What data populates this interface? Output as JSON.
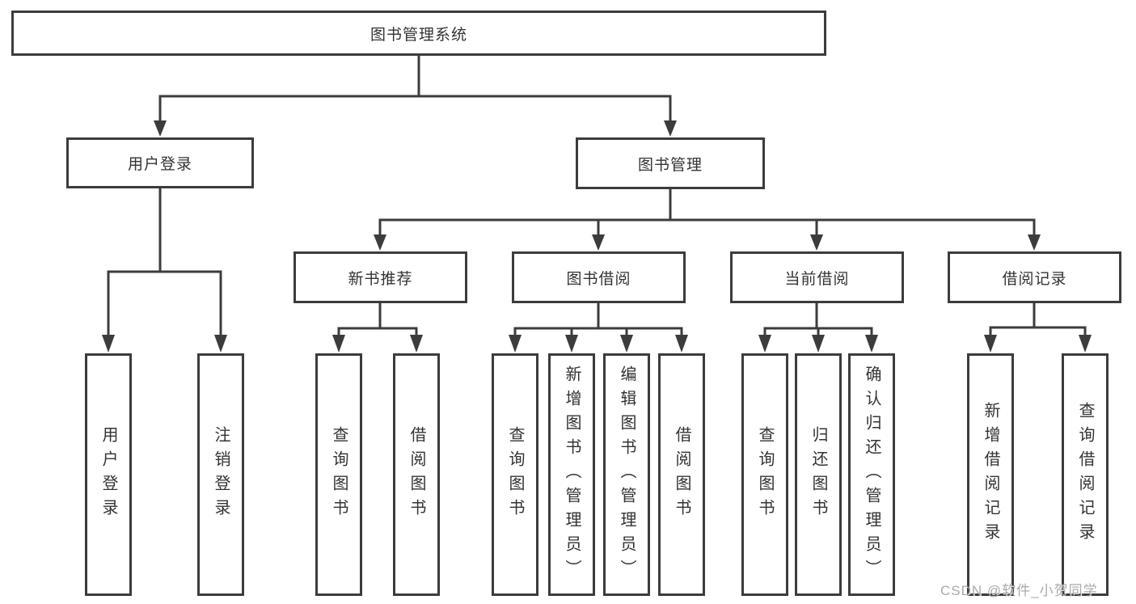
{
  "tree": {
    "label": "图书管理系统",
    "children": [
      {
        "label": "用户登录",
        "children": [
          {
            "label": "用户登录"
          },
          {
            "label": "注销登录"
          }
        ]
      },
      {
        "label": "图书管理",
        "children": [
          {
            "label": "新书推荐",
            "children": [
              {
                "label": "查询图书"
              },
              {
                "label": "借阅图书"
              }
            ]
          },
          {
            "label": "图书借阅",
            "children": [
              {
                "label": "查询图书"
              },
              {
                "label": "新增图书（管理员）"
              },
              {
                "label": "编辑图书（管理员）"
              },
              {
                "label": "借阅图书"
              }
            ]
          },
          {
            "label": "当前借阅",
            "children": [
              {
                "label": "查询图书"
              },
              {
                "label": "归还图书"
              },
              {
                "label": "确认归还（管理员）"
              }
            ]
          },
          {
            "label": "借阅记录",
            "children": [
              {
                "label": "新增借阅记录"
              },
              {
                "label": "查询借阅记录"
              }
            ]
          }
        ]
      }
    ]
  },
  "watermark": {
    "text": "CSDN @软件_小贺同学"
  },
  "colors": {
    "line": "#3c3c3c",
    "box_border": "#3c3c3c",
    "text": "#333333",
    "watermark": "#9c9c9c",
    "background": "#ffffff"
  }
}
